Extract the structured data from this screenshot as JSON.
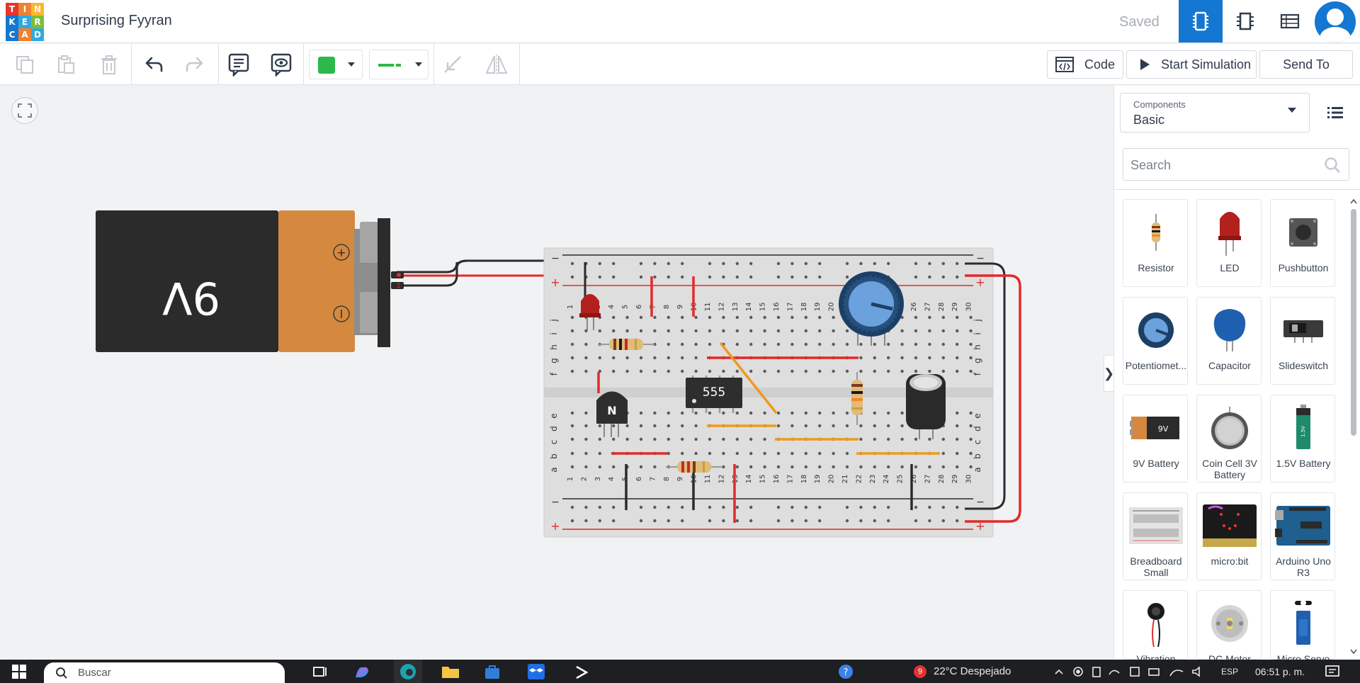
{
  "header": {
    "logo_letters": [
      "T",
      "I",
      "N",
      "K",
      "E",
      "R",
      "C",
      "A",
      "D"
    ],
    "logo_colors": [
      "#e5352c",
      "#f1802f",
      "#fbb731",
      "#1477d1",
      "#30a9dd",
      "#7dbd3a",
      "#1477d1",
      "#f1802f",
      "#30a9dd"
    ],
    "title": "Surprising Fyyran",
    "status": "Saved",
    "views": [
      {
        "icon": "circuit-view-icon",
        "active": true
      },
      {
        "icon": "schematic-view-icon",
        "active": false
      },
      {
        "icon": "component-list-icon",
        "active": false
      }
    ]
  },
  "toolbar": {
    "buttons": [
      "copy-icon",
      "paste-icon",
      "delete-icon",
      "undo-icon",
      "redo-icon",
      "notes-icon",
      "notes-visibility-icon"
    ],
    "color": "#2db84c",
    "wire_color": "#2db84c",
    "code_label": "Code",
    "start_label": "Start Simulation",
    "send_label": "Send To"
  },
  "canvas": {
    "battery_label": "9V",
    "ic_label": "555",
    "transistor_label": "N",
    "col_numbers": [
      "1",
      "2",
      "3",
      "4",
      "5",
      "6",
      "7",
      "8",
      "9",
      "10",
      "11",
      "12",
      "13",
      "14",
      "15",
      "16",
      "17",
      "18",
      "19",
      "20",
      "21",
      "22",
      "23",
      "24",
      "25",
      "26",
      "27",
      "28",
      "29",
      "30"
    ],
    "rows_top": [
      "j",
      "i",
      "h",
      "g",
      "f"
    ],
    "rows_bottom": [
      "e",
      "d",
      "c",
      "b",
      "a"
    ],
    "rail_minus": "−",
    "rail_plus": "+",
    "terminal_plus": "+",
    "terminal_minus": "−"
  },
  "panel": {
    "components_label": "Components",
    "components_value": "Basic",
    "search_placeholder": "Search",
    "items": [
      {
        "name": "Resistor",
        "icon": "resistor-icon"
      },
      {
        "name": "LED",
        "icon": "led-icon"
      },
      {
        "name": "Pushbutton",
        "icon": "pushbutton-icon"
      },
      {
        "name": "Potentiomet...",
        "icon": "potentiometer-icon"
      },
      {
        "name": "Capacitor",
        "icon": "capacitor-icon"
      },
      {
        "name": "Slideswitch",
        "icon": "slideswitch-icon"
      },
      {
        "name": "9V Battery",
        "icon": "battery-9v-icon"
      },
      {
        "name": "Coin Cell 3V Battery",
        "icon": "coin-cell-icon"
      },
      {
        "name": "1.5V Battery",
        "icon": "battery-aa-icon"
      },
      {
        "name": "Breadboard Small",
        "icon": "breadboard-icon"
      },
      {
        "name": "micro:bit",
        "icon": "microbit-icon"
      },
      {
        "name": "Arduino Uno R3",
        "icon": "arduino-icon"
      },
      {
        "name": "Vibration",
        "icon": "vibration-motor-icon"
      },
      {
        "name": "DC Motor",
        "icon": "dc-motor-icon"
      },
      {
        "name": "Micro Servo",
        "icon": "servo-icon"
      }
    ]
  },
  "taskbar": {
    "search_placeholder": "Buscar",
    "weather": "22°C  Despejado",
    "notification_count": "9",
    "language": "ESP",
    "time": "06:51 p. m."
  }
}
